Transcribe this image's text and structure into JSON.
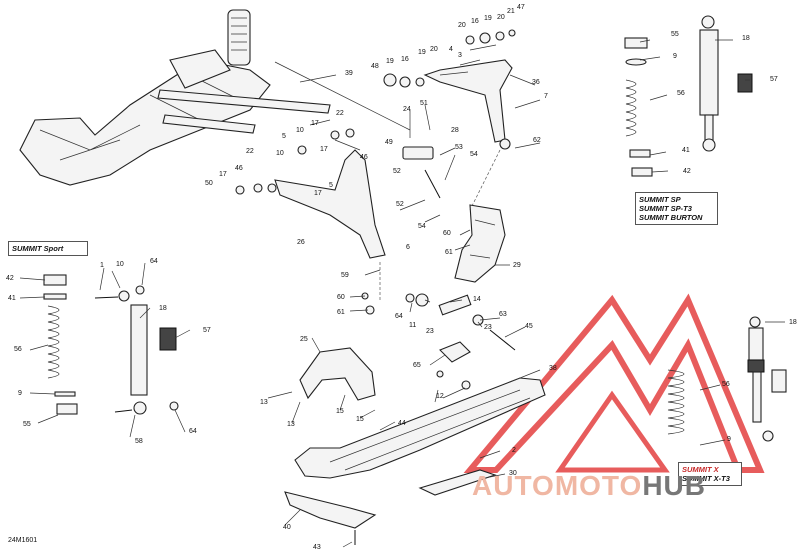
{
  "diagram_code": "24M1601",
  "watermark": {
    "word_a": "AUTOMOTO",
    "word_b": "HUB",
    "color_a": "#f0b7a3",
    "color_b": "#777777",
    "logo_color": "#e34040"
  },
  "boxes": {
    "summit_sp": [
      "SUMMIT SP",
      "SUMMIT SP-T3",
      "SUMMIT BURTON"
    ],
    "summit_sport": [
      "SUMMIT Sport"
    ],
    "summit_x": [
      "SUMMIT X",
      "SUMMIT X-T3"
    ]
  },
  "callouts": [
    {
      "id": "c47",
      "t": "47"
    },
    {
      "id": "c21",
      "t": "21"
    },
    {
      "id": "c20a",
      "t": "20"
    },
    {
      "id": "c16a",
      "t": "16"
    },
    {
      "id": "c19a",
      "t": "19"
    },
    {
      "id": "c20b",
      "t": "20"
    },
    {
      "id": "c4",
      "t": "4"
    },
    {
      "id": "c3",
      "t": "3"
    },
    {
      "id": "c48",
      "t": "48"
    },
    {
      "id": "c19b",
      "t": "19"
    },
    {
      "id": "c16b",
      "t": "16"
    },
    {
      "id": "c19c",
      "t": "19"
    },
    {
      "id": "c20c",
      "t": "20"
    },
    {
      "id": "c39",
      "t": "39"
    },
    {
      "id": "c36",
      "t": "36"
    },
    {
      "id": "c7",
      "t": "7"
    },
    {
      "id": "c24",
      "t": "24"
    },
    {
      "id": "c51",
      "t": "51"
    },
    {
      "id": "c22a",
      "t": "22"
    },
    {
      "id": "c10a",
      "t": "10"
    },
    {
      "id": "c17a",
      "t": "17"
    },
    {
      "id": "c5a",
      "t": "5"
    },
    {
      "id": "c49",
      "t": "49"
    },
    {
      "id": "c17b",
      "t": "17"
    },
    {
      "id": "c46a",
      "t": "46"
    },
    {
      "id": "c28",
      "t": "28"
    },
    {
      "id": "c53",
      "t": "53"
    },
    {
      "id": "c54a",
      "t": "54"
    },
    {
      "id": "c62",
      "t": "62"
    },
    {
      "id": "c22b",
      "t": "22"
    },
    {
      "id": "c10b",
      "t": "10"
    },
    {
      "id": "c46b",
      "t": "46"
    },
    {
      "id": "c17c",
      "t": "17"
    },
    {
      "id": "c50",
      "t": "50"
    },
    {
      "id": "c17d",
      "t": "17"
    },
    {
      "id": "c5b",
      "t": "5"
    },
    {
      "id": "c52a",
      "t": "52"
    },
    {
      "id": "c52b",
      "t": "52"
    },
    {
      "id": "c54b",
      "t": "54"
    },
    {
      "id": "c26",
      "t": "26"
    },
    {
      "id": "c6",
      "t": "6"
    },
    {
      "id": "c60a",
      "t": "60"
    },
    {
      "id": "c61a",
      "t": "61"
    },
    {
      "id": "c29",
      "t": "29"
    },
    {
      "id": "c59",
      "t": "59"
    },
    {
      "id": "c60b",
      "t": "60"
    },
    {
      "id": "c61b",
      "t": "61"
    },
    {
      "id": "c55a",
      "t": "55"
    },
    {
      "id": "c9a",
      "t": "9"
    },
    {
      "id": "c18a",
      "t": "18"
    },
    {
      "id": "c57a",
      "t": "57"
    },
    {
      "id": "c56a",
      "t": "56"
    },
    {
      "id": "c41a",
      "t": "41"
    },
    {
      "id": "c42a",
      "t": "42"
    },
    {
      "id": "c1",
      "t": "1"
    },
    {
      "id": "c10c",
      "t": "10"
    },
    {
      "id": "c64a",
      "t": "64"
    },
    {
      "id": "c42b",
      "t": "42"
    },
    {
      "id": "c41b",
      "t": "41"
    },
    {
      "id": "c18b",
      "t": "18"
    },
    {
      "id": "c57b",
      "t": "57"
    },
    {
      "id": "c56b",
      "t": "56"
    },
    {
      "id": "c9b",
      "t": "9"
    },
    {
      "id": "c55b",
      "t": "55"
    },
    {
      "id": "c58",
      "t": "58"
    },
    {
      "id": "c64b",
      "t": "64"
    },
    {
      "id": "c64c",
      "t": "64"
    },
    {
      "id": "c11",
      "t": "11"
    },
    {
      "id": "c23a",
      "t": "23"
    },
    {
      "id": "c14",
      "t": "14"
    },
    {
      "id": "c63",
      "t": "63"
    },
    {
      "id": "c23b",
      "t": "23"
    },
    {
      "id": "c45",
      "t": "45"
    },
    {
      "id": "c65",
      "t": "65"
    },
    {
      "id": "c38",
      "t": "38"
    },
    {
      "id": "c12",
      "t": "12"
    },
    {
      "id": "c25",
      "t": "25"
    },
    {
      "id": "c13a",
      "t": "13"
    },
    {
      "id": "c13b",
      "t": "13"
    },
    {
      "id": "c15a",
      "t": "15"
    },
    {
      "id": "c15b",
      "t": "15"
    },
    {
      "id": "c44",
      "t": "44"
    },
    {
      "id": "c2",
      "t": "2"
    },
    {
      "id": "c30",
      "t": "30"
    },
    {
      "id": "c40",
      "t": "40"
    },
    {
      "id": "c43",
      "t": "43"
    },
    {
      "id": "c18c",
      "t": "18"
    },
    {
      "id": "c56c",
      "t": "56"
    },
    {
      "id": "c9c",
      "t": "9"
    }
  ]
}
